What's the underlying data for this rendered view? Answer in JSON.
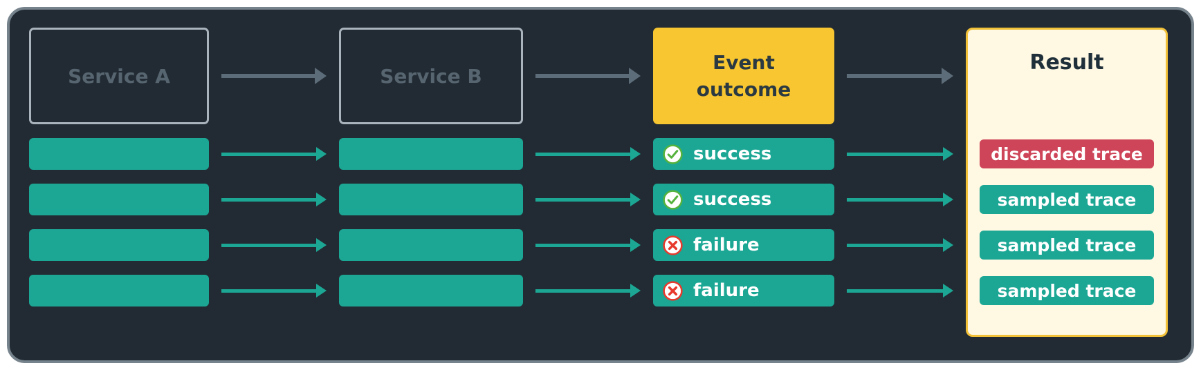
{
  "header": {
    "service_a": "Service A",
    "service_b": "Service B",
    "event_outcome": "Event outcome",
    "result_title": "Result"
  },
  "rows": [
    {
      "outcome": "success",
      "icon": "check-circle-icon",
      "result": "discarded trace",
      "result_kind": "discarded"
    },
    {
      "outcome": "success",
      "icon": "check-circle-icon",
      "result": "sampled trace",
      "result_kind": "sampled"
    },
    {
      "outcome": "failure",
      "icon": "x-circle-icon",
      "result": "sampled trace",
      "result_kind": "sampled"
    },
    {
      "outcome": "failure",
      "icon": "x-circle-icon",
      "result": "sampled trace",
      "result_kind": "sampled"
    }
  ],
  "colors": {
    "page-bg": "#ffffff",
    "panel-bg": "#222B33",
    "panel-border": "#76838C",
    "box-border": "#A9B4BD",
    "box-text": "#566570",
    "arrow-gray": "#5C6C78",
    "teal": "#1CA795",
    "yellow": "#F8C630",
    "cream": "#FFF8E2",
    "result-border": "#F2C138",
    "red": "#CE4458",
    "success-green": "#55B23C",
    "failure-red": "#E7392C",
    "dark-text": "#2A3942",
    "result-text": "#20303A",
    "white-text": "#FFFFFF"
  }
}
